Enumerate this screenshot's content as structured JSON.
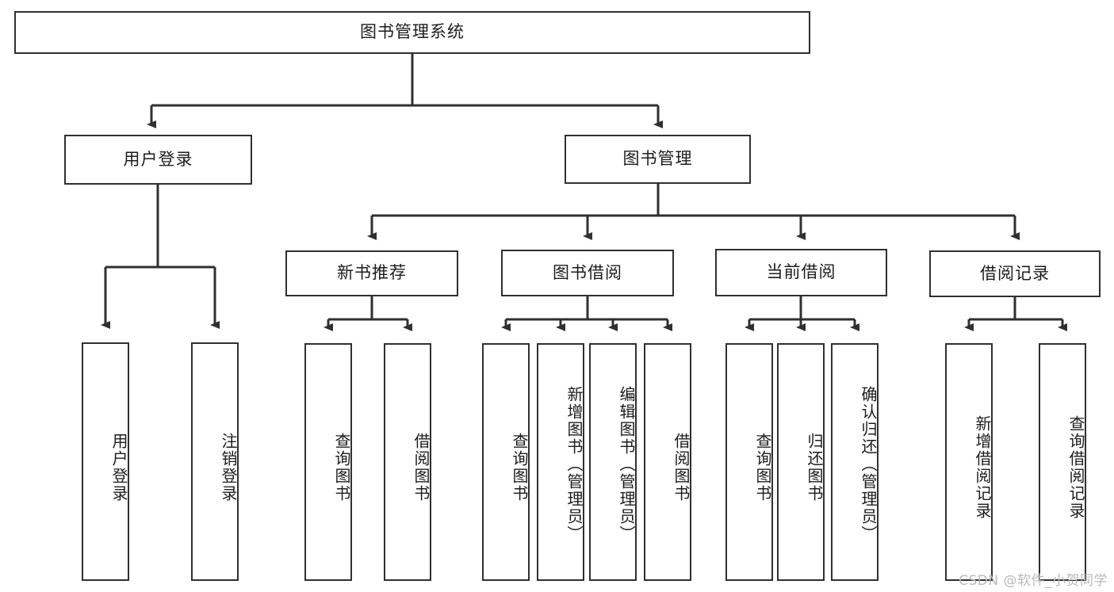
{
  "diagram": {
    "title": "图书管理系统",
    "type": "tree-hierarchy-diagram",
    "root": {
      "label": "图书管理系统"
    },
    "level2": [
      {
        "key": "user_login",
        "label": "用户登录"
      },
      {
        "key": "book_manage",
        "label": "图书管理"
      }
    ],
    "level3": [
      {
        "key": "new_book_rec",
        "label": "新书推荐"
      },
      {
        "key": "book_borrow",
        "label": "图书借阅"
      },
      {
        "key": "current_borrow",
        "label": "当前借阅"
      },
      {
        "key": "borrow_record",
        "label": "借阅记录"
      }
    ],
    "leaves": {
      "user_login": [
        {
          "label": "用户登录"
        },
        {
          "label": "注销登录"
        }
      ],
      "new_book_rec": [
        {
          "label": "查询图书"
        },
        {
          "label": "借阅图书"
        }
      ],
      "book_borrow": [
        {
          "label": "查询图书"
        },
        {
          "label": "新增图书（管理员）"
        },
        {
          "label": "编辑图书（管理员）"
        },
        {
          "label": "借阅图书"
        }
      ],
      "current_borrow": [
        {
          "label": "查询图书"
        },
        {
          "label": "归还图书"
        },
        {
          "label": "确认归还（管理员）"
        }
      ],
      "borrow_record": [
        {
          "label": "新增借阅记录"
        },
        {
          "label": "查询借阅记录"
        }
      ]
    }
  },
  "watermark": {
    "text": "CSDN @软件_小贺同学"
  },
  "colors": {
    "stroke": "#303030",
    "fill": "#ffffff",
    "text": "#1c1c1c",
    "watermark": "#b9b9b9"
  }
}
